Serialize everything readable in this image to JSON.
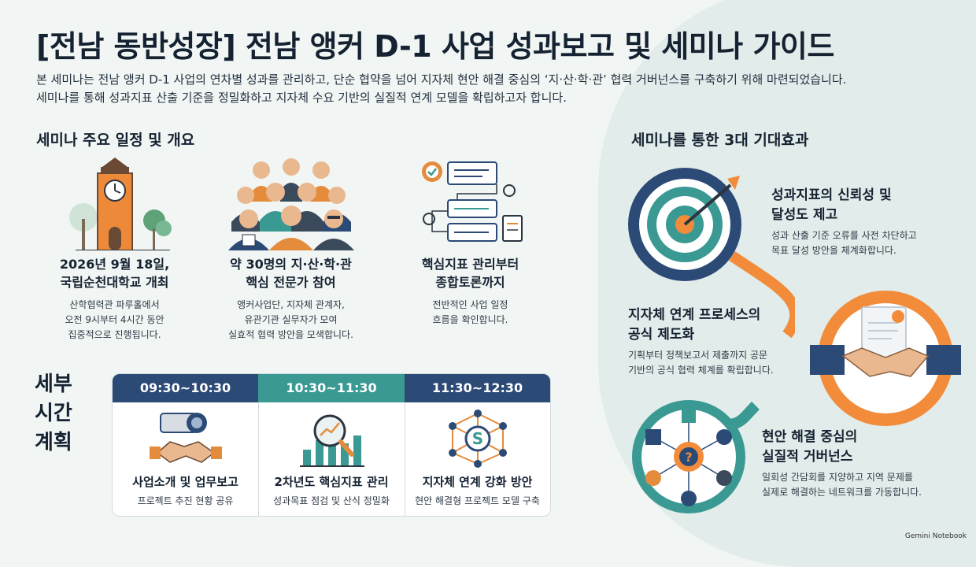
{
  "title": "[전남 동반성장] 전남 앵커 D-1 사업 성과보고 및 세미나 가이드",
  "intro": [
    "본 세미나는 전남 앵커 D-1 사업의 연차별 성과를 관리하고, 단순 협약을 넘어 지자체 현안 해결 중심의 ‘지·산·학·관’ 협력 거버넌스를 구축하기 위해 마련되었습니다.",
    "세미나를 통해 성과지표 산출 기준을 정밀화하고 지자체 수요 기반의 실질적 연계 모델을 확립하고자 합니다."
  ],
  "overview": {
    "heading": "세미나 주요 일정 및 개요",
    "items": [
      {
        "title": [
          "2026년 9월 18일,",
          "국립순천대학교 개최"
        ],
        "desc": [
          "산학협력관 파루홀에서",
          "오전 9시부터 4시간 동안",
          "집중적으로 진행됩니다."
        ],
        "icon": "clock-tower-icon"
      },
      {
        "title": [
          "약 30명의 지·산·학·관",
          "핵심 전문가 참여"
        ],
        "desc": [
          "앵커사업단, 지자체 관계자,",
          "유관기관 실무자가 모여",
          "실효적 협력 방안을 모색합니다."
        ],
        "icon": "people-group-icon"
      },
      {
        "title": [
          "핵심지표 관리부터",
          "종합토론까지"
        ],
        "desc": [
          "전반적인 사업 일정",
          "흐름을 확인합니다."
        ],
        "icon": "workflow-icon"
      }
    ]
  },
  "schedule": {
    "label": [
      "세부",
      "시간",
      "계획"
    ],
    "slots": [
      {
        "time": "09:30~10:30",
        "title": "사업소개 및 업무보고",
        "desc": "프로젝트 추진 현황 공유",
        "color": "#2c4a76",
        "icon": "projector-handshake-icon"
      },
      {
        "time": "10:30~11:30",
        "title": "2차년도 핵심지표 관리",
        "desc": "성과목표 점검 및 산식 정밀화",
        "color": "#3a9a93",
        "icon": "chart-magnifier-icon"
      },
      {
        "time": "11:30~12:30",
        "title": "지자체 연계 강화 방안",
        "desc": "현안 해결형 프로젝트 모델 구축",
        "color": "#2c4a76",
        "icon": "network-hub-icon"
      }
    ]
  },
  "effects": {
    "heading": "세미나를 통한 3대 기대효과",
    "items": [
      {
        "title": [
          "성과지표의 신뢰성 및",
          "달성도 제고"
        ],
        "desc": [
          "성과 산출 기준 오류를 사전 차단하고",
          "목표 달성 방안을 체계화합니다."
        ],
        "icon": "target-icon"
      },
      {
        "title": [
          "지자체 연계 프로세스의",
          "공식 제도화"
        ],
        "desc": [
          "기획부터 정책보고서 제출까지 공문",
          "기반의 공식 협력 체계를 확립합니다."
        ],
        "icon": "document-handshake-icon"
      },
      {
        "title": [
          "현안 해결 중심의",
          "실질적 거버넌스"
        ],
        "desc": [
          "일회성 간담회를 지양하고 지역 문제를",
          "실제로 해결하는 네트워크를 가동합니다."
        ],
        "icon": "governance-network-icon"
      }
    ]
  },
  "credit": "Gemini Notebook",
  "colors": {
    "navy": "#2c4a76",
    "teal": "#3a9a93",
    "orange": "#f28c3b"
  }
}
